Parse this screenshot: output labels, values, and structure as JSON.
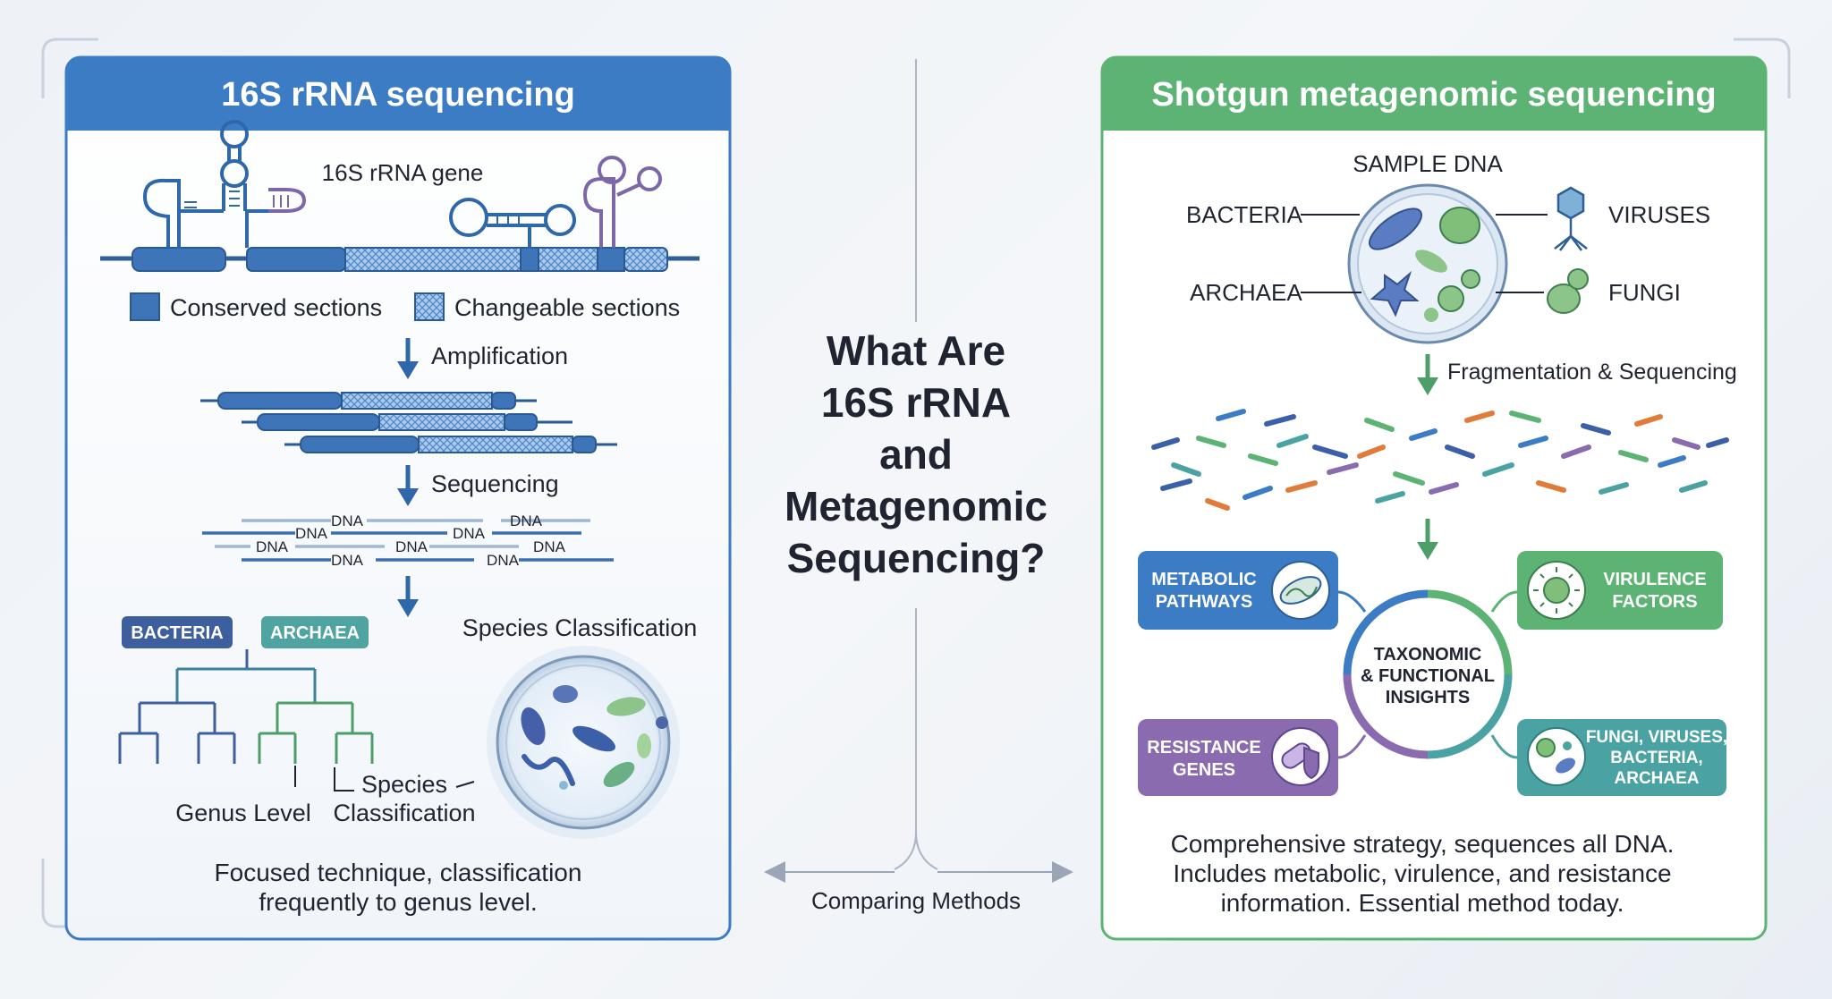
{
  "center": {
    "title_lines": [
      "What Are",
      "16S rRNA",
      "and",
      "Metagenomic",
      "Sequencing?"
    ],
    "caption": "Comparing Methods"
  },
  "left": {
    "header": "16S rRNA sequencing",
    "gene_label": "16S rRNA gene",
    "legend_conserved": "Conserved sections",
    "legend_changeable": "Changeable sections",
    "step_amplification": "Amplification",
    "step_sequencing": "Sequencing",
    "dna_label": "DNA",
    "badge_bacteria": "BACTERIA",
    "badge_archaea": "ARCHAEA",
    "species_title": "Species Classification",
    "genus_level": "Genus Level",
    "species_label_1": "Species",
    "species_label_2": "Classification",
    "summary_1": "Focused technique, classification",
    "summary_2": "frequently to genus level."
  },
  "right": {
    "header": "Shotgun metagenomic sequencing",
    "sample_dna": "SAMPLE DNA",
    "bacteria": "BACTERIA",
    "archaea": "ARCHAEA",
    "viruses": "VIRUSES",
    "fungi": "FUNGI",
    "step_frag": "Fragmentation & Sequencing",
    "hub_1": "TAXONOMIC",
    "hub_2": "& FUNCTIONAL",
    "hub_3": "INSIGHTS",
    "card_metabolic_1": "METABOLIC",
    "card_metabolic_2": "PATHWAYS",
    "card_virulence_1": "VIRULENCE",
    "card_virulence_2": "FACTORS",
    "card_resistance_1": "RESISTANCE",
    "card_resistance_2": "GENES",
    "card_fungi_1": "FUNGI, VIRUSES,",
    "card_fungi_2": "BACTERIA,",
    "card_fungi_3": "ARCHAEA",
    "summary_1": "Comprehensive strategy, sequences all DNA.",
    "summary_2": "Includes metabolic, virulence, and resistance",
    "summary_3": "information. Essential method today."
  },
  "colors": {
    "blue_header": "#3b7cc4",
    "green_header": "#5cb374",
    "dark_blue": "#2f68a8",
    "green": "#4e9e6a",
    "purple": "#8a6bb0",
    "teal": "#4aa3a2",
    "text": "#1f2430"
  }
}
